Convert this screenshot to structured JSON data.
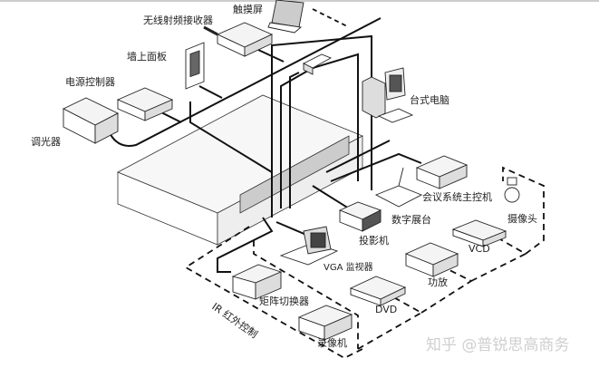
{
  "labels": {
    "touch_screen": "触摸屏",
    "rf_receiver": "无线射频接收器",
    "wall_panel": "墙上面板",
    "power_controller": "电源控制器",
    "dimmer": "调光器",
    "desktop_pc": "台式电脑",
    "conference_host": "会议系统主控机",
    "camera": "摄像头",
    "document_camera": "数字展台",
    "projector": "投影机",
    "vcd": "VCD",
    "vga_monitor": "VGA 监视器",
    "amplifier": "功放",
    "matrix_switcher": "矩阵切换器",
    "dvd": "DVD",
    "ir_control": "IR 红外控制",
    "vcr": "录像机"
  },
  "watermark": "知乎 @普锐思高商务",
  "colors": {
    "line": "#111111",
    "device_fill": "#f4f4f4"
  }
}
